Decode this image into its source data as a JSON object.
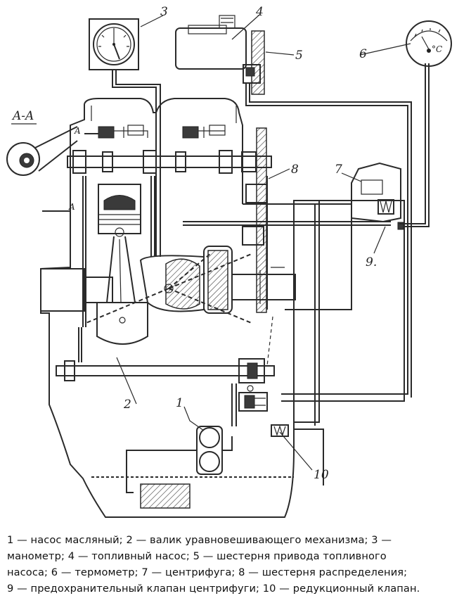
{
  "callouts": {
    "n1": "1",
    "n2": "2",
    "n3": "3",
    "n4": "4",
    "n5": "5",
    "n6": "6",
    "n7": "7",
    "n8": "8",
    "n9": "9.",
    "n10": "10"
  },
  "section_marks": {
    "aa": "A-A",
    "a_upper": "A",
    "a_lower": "A"
  },
  "thermometer_scale": "°C",
  "caption": {
    "line1": "1 — насос масляный; 2 — валик уравновешивающего механизма; 3 —",
    "line2": "манометр; 4 — топливный насос; 5 — шестерня привода топливного",
    "line3": "насоса; 6 — термометр; 7 — центрифуга; 8 — шестерня распределения;",
    "line4": "9 — предохранительный клапан центрифуги; 10 — редукционный клапан."
  }
}
